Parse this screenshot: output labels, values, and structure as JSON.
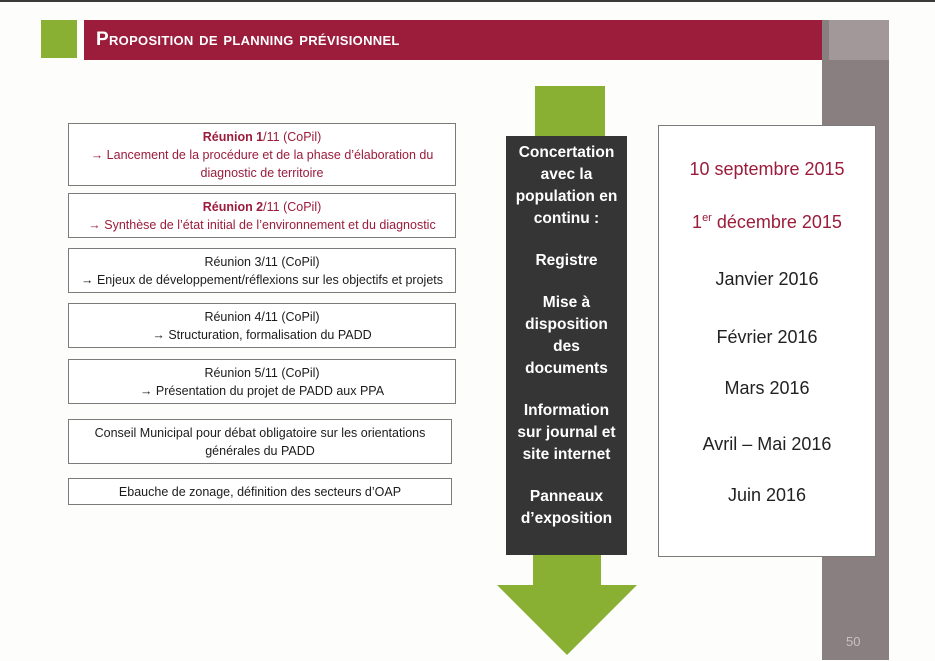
{
  "title": "Proposition de planning prévisionnel",
  "page_number": "50",
  "colors": {
    "accent_red": "#9b1c3b",
    "accent_green": "#8ab033",
    "dark": "#353535",
    "gray": "#8a7f80"
  },
  "meetings": [
    {
      "bold": "Réunion 1",
      "head_rest": "/11 (CoPil)",
      "detail": "→ Lancement de la procédure et de la phase d’élaboration du diagnostic de territoire"
    },
    {
      "bold": "Réunion 2",
      "head_rest": "/11 (CoPil)",
      "detail": "→ Synthèse de l’état initial de l’environnement et du diagnostic"
    },
    {
      "head": "Réunion 3/11  (CoPil)",
      "detail": "→ Enjeux de développement/réflexions sur les objectifs et projets"
    },
    {
      "head": "Réunion 4/11  (CoPil)",
      "detail": "→ Structuration, formalisation du PADD"
    },
    {
      "head": "Réunion 5/11  (CoPil)",
      "detail": "→ Présentation du projet de PADD aux PPA"
    },
    {
      "detail": "Conseil Municipal pour débat obligatoire sur les orientations générales du PADD"
    },
    {
      "detail": "Ebauche de zonage, définition des secteurs d’OAP"
    }
  ],
  "concertation": {
    "intro": "Concertation avec la population en continu :",
    "items": [
      "Registre",
      "Mise à disposition des documents",
      "Information sur journal et site internet",
      "Panneaux d’exposition"
    ]
  },
  "dates": [
    {
      "text": "10 septembre 2015"
    },
    {
      "pre": "1",
      "sup": "er",
      "post": " décembre 2015"
    },
    {
      "text": "Janvier 2016"
    },
    {
      "text": "Février 2016"
    },
    {
      "text": "Mars 2016"
    },
    {
      "text": "Avril – Mai 2016"
    },
    {
      "text": "Juin 2016"
    }
  ]
}
